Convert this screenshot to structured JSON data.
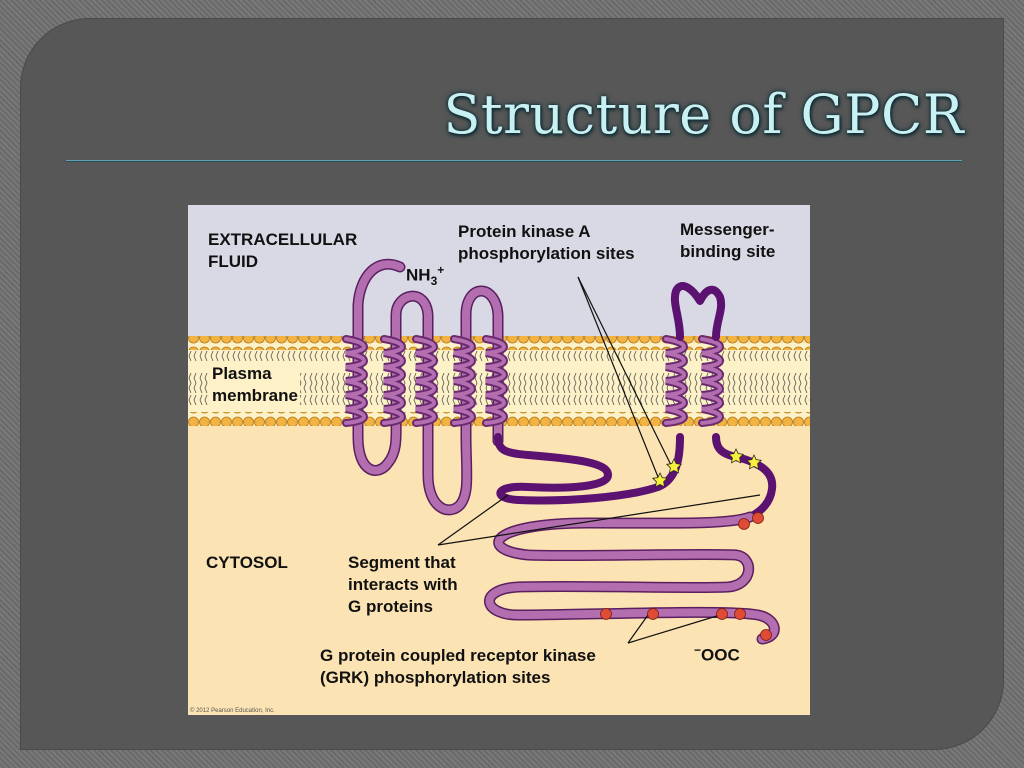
{
  "slide": {
    "title": "Structure of GPCR"
  },
  "diagram": {
    "labels": {
      "extracellular_line1": "EXTRACELLULAR",
      "extracellular_line2": "FLUID",
      "nh3": "NH",
      "nh3_sub": "3",
      "nh3_sup": "+",
      "pka_line1": "Protein kinase A",
      "pka_line2": "phosphorylation sites",
      "messenger_line1": "Messenger-",
      "messenger_line2": "binding site",
      "plasma_line1": "Plasma",
      "plasma_line2": "membrane",
      "cytosol": "CYTOSOL",
      "segment_line1": "Segment that",
      "segment_line2": "interacts with",
      "segment_line3": "G proteins",
      "ooc_sup": "−",
      "ooc": "OOC",
      "grk_line1": "G protein coupled receptor kinase",
      "grk_line2": "(GRK) phosphorylation sites"
    },
    "credit": "© 2012 Pearson Education, Inc."
  },
  "colors": {
    "extracellular": "#d9d9e6",
    "cytosol": "#fbe3b3",
    "lipid_head": "#f3b343",
    "receptor_light": "#b36eb0",
    "receptor_dark": "#5b1270",
    "pka_site": "#f8f03a",
    "grk_site": "#e04b35"
  }
}
